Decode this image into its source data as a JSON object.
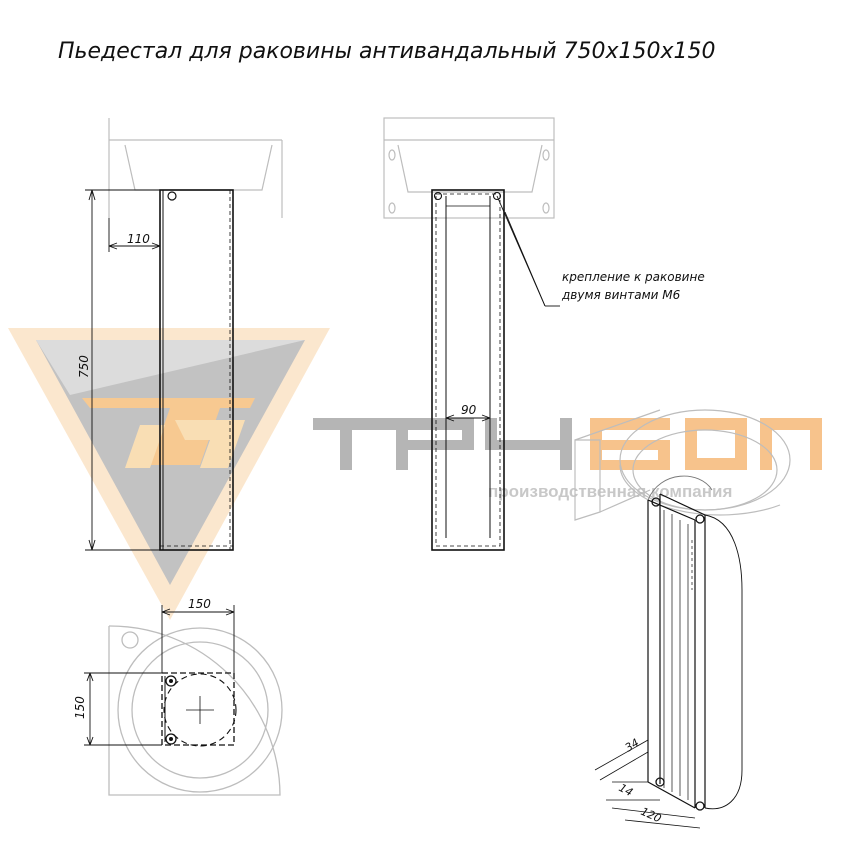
{
  "title": "Пьедестал для раковины антивандальный 750x150x150",
  "dimensions": {
    "front_offset": "110",
    "front_height": "750",
    "side_inner_width": "90",
    "plan_width": "150",
    "plan_depth": "150",
    "iso_34": "34",
    "iso_14": "14",
    "iso_120": "120"
  },
  "annotation": {
    "line1": "крепление к раковине",
    "line2": "двумя винтами М6"
  },
  "watermark": {
    "brand": "ТРУБОПР",
    "tagline": "производственная компания",
    "colors": {
      "brand_gray": "#a0a0a0",
      "brand_orange": "#f3a24a",
      "triangle_gray": "#b5b5b5"
    }
  }
}
